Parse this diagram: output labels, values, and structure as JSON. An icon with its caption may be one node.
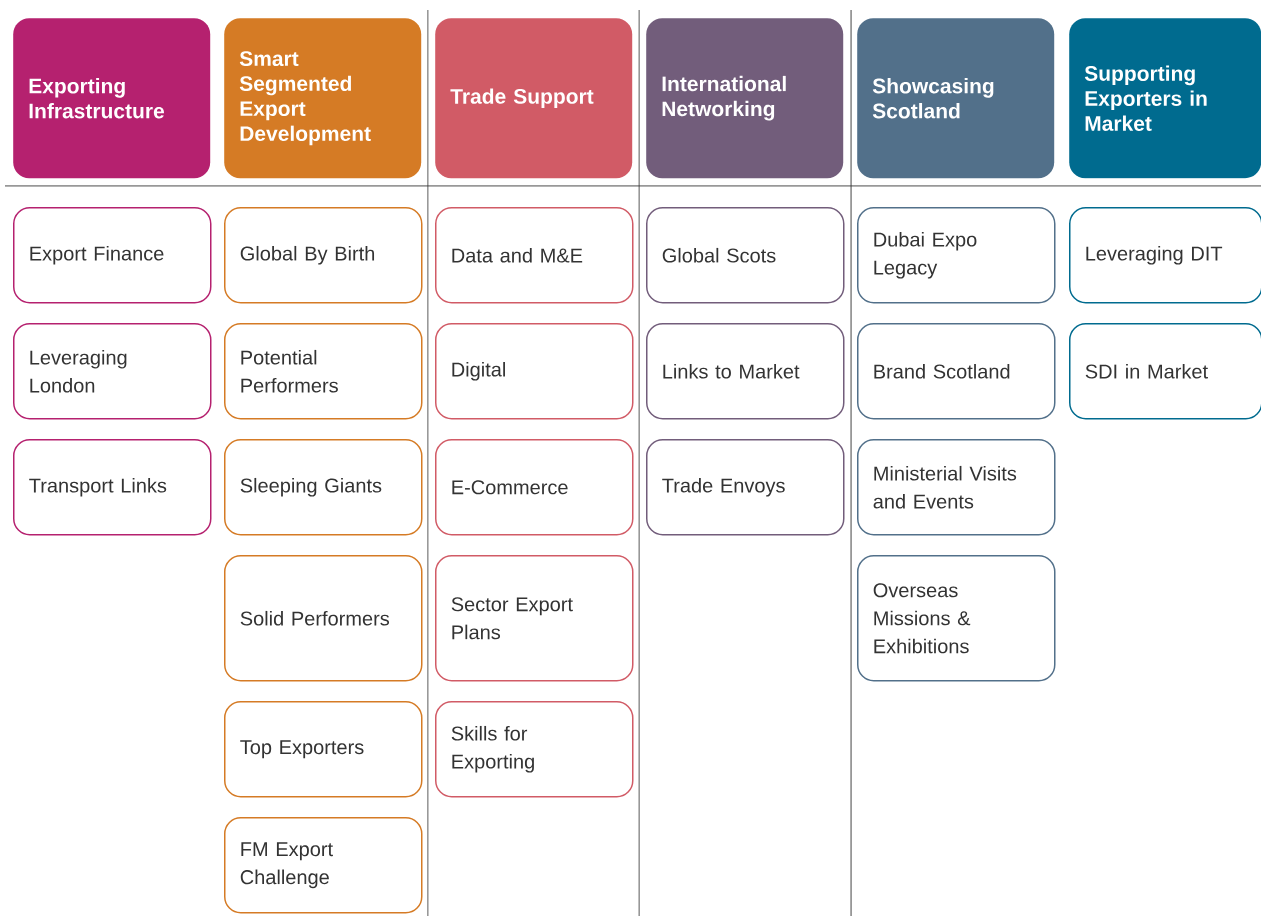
{
  "diagram": {
    "nodes": [
      {
        "text": [
          "Exporting Infrastructure"
        ]
      },
      {
        "text": [
          "Export Finance"
        ]
      },
      {
        "text": [
          "Leveraging London"
        ]
      },
      {
        "text": [
          "Transport Links"
        ]
      },
      {
        "text": [
          "Smart Segmented Export Development"
        ]
      },
      {
        "text": [
          "Global By Birth"
        ]
      },
      {
        "text": [
          "Potential Performers"
        ]
      },
      {
        "text": [
          "Sleeping Giants"
        ]
      },
      {
        "text": [
          "Solid Performers"
        ]
      },
      {
        "text": [
          "Top Exporters"
        ]
      },
      {
        "text": [
          "FM Export Challenge"
        ]
      },
      {
        "text": [
          "Trade Support"
        ]
      },
      {
        "text": [
          "Data and M&E"
        ]
      },
      {
        "text": [
          "Digital"
        ]
      },
      {
        "text": [
          "E-Commerce"
        ]
      },
      {
        "text": [
          "Sector Export Plans"
        ]
      },
      {
        "text": [
          "Skills for Exporting"
        ]
      },
      {
        "text": [
          "International Networking"
        ]
      },
      {
        "text": [
          "Global Scots"
        ]
      },
      {
        "text": [
          "Links to Market"
        ]
      },
      {
        "text": [
          "Trade Envoys"
        ]
      },
      {
        "text": [
          "Showcasing Scotland"
        ]
      },
      {
        "text": [
          "Dubai Expo Legacy"
        ]
      },
      {
        "text": [
          "Brand Scotland"
        ]
      },
      {
        "text": [
          "Ministerial Visits and Events"
        ]
      },
      {
        "text": [
          "Overseas Missions & Exhibitions"
        ]
      },
      {
        "text": [
          "Supporting Exporters in Market"
        ]
      },
      {
        "text": [
          "Leveraging DIT"
        ]
      },
      {
        "text": [
          "SDI in Market"
        ]
      }
    ]
  }
}
